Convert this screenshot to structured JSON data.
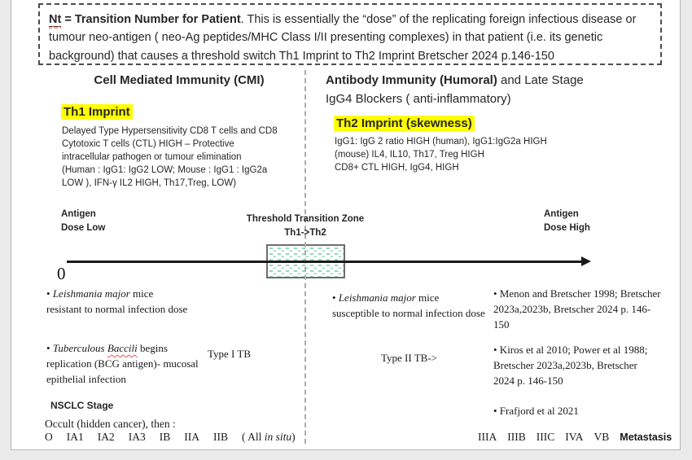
{
  "note": {
    "term": "Nt",
    "after_term": " = Transition Number for Patient",
    "body": ". This is essentially the “dose” of the  replicating foreign infectious disease or tumour neo-antigen ( neo-Ag peptides/MHC Class I/II presenting complexes) in that patient (i.e. its genetic background) that causes a threshold switch Th1 Imprint to Th2 Imprint Bretscher 2024 p.146-150"
  },
  "left_column": {
    "header": "Cell Mediated Immunity (CMI)",
    "th1": {
      "title": "Th1 Imprint",
      "lines": [
        "Delayed Type Hypersensitivity CD8 T cells and CD8",
        "Cytotoxic T cells (CTL) HIGH  – Protective",
        "intracellular pathogen or tumour elimination",
        "(Human : IgG1: IgG2 LOW;  Mouse : IgG1 : IgG2a",
        "LOW ), IFN-γ IL2  HIGH, Th17,Treg, LOW)"
      ]
    }
  },
  "right_column": {
    "header_bold": "Antibody Immunity (Humoral)",
    "header_rest": " and Late Stage",
    "header_line2": "IgG4 Blockers ( anti-inflammatory)",
    "th2": {
      "title": "Th2 Imprint (skewness)",
      "lines": [
        "IgG1: IgG 2 ratio HIGH (human), IgG1:IgG2a HIGH",
        "(mouse)  IL4, IL10, Th17, Treg HIGH",
        "CD8+ CTL HIGH, IgG4, HIGH"
      ]
    }
  },
  "axis": {
    "left_label_line1": "Antigen",
    "left_label_line2": "Dose Low",
    "center_label_line1": "Threshold Transition Zone",
    "center_label_line2": "Th1->Th2",
    "right_label_line1": "Antigen",
    "right_label_line2": "Dose High",
    "origin": "0",
    "zone_fill_color": "#96d9bc",
    "zone_border_color": "#6e6e6e"
  },
  "annotations": {
    "left_bullet1": {
      "bullet": "• ",
      "italic": "Leishmania major",
      "rest": " mice resistant to normal infection dose"
    },
    "left_bullet2": {
      "bullet": "• ",
      "italic_lead": "Tuberculous ",
      "misspelled": "Baccili",
      "rest": " begins replication  (BCG antigen)- mucosal epithelial infection"
    },
    "type1": "Type I TB",
    "mid_bullet": {
      "bullet": "• ",
      "italic": "Leishmania major",
      "rest": " mice susceptible to normal infection dose"
    },
    "type2": "Type II TB->",
    "ref1": "• Menon and Bretscher 1998; Bretscher 2023a,2023b, Bretscher 2024 p. 146-150",
    "ref2": "• Kiros et al 2010; Power et al 1988; Bretscher 2023a,2023b, Bretscher 2024 p. 146-150",
    "ref3": "• Frafjord et al 2021"
  },
  "staging": {
    "header": "NSCLC Stage",
    "occult_line": "Occult (hidden cancer), then :",
    "early_stages": [
      "O",
      "IA1",
      "IA2",
      "IA3",
      "IB",
      "IIA",
      "IIB"
    ],
    "early_suffix_pre": "( All ",
    "early_suffix_italic": "in situ",
    "early_suffix_post": ")",
    "late_stages": [
      "IIIA",
      "IIIB",
      "IIIC",
      "IVA",
      "VB"
    ],
    "late_final": "Metastasis"
  },
  "colors": {
    "highlight": "#ffff00",
    "slide_background": "#ffffff",
    "page_background": "#eaeaea",
    "divider": "#ababab"
  }
}
